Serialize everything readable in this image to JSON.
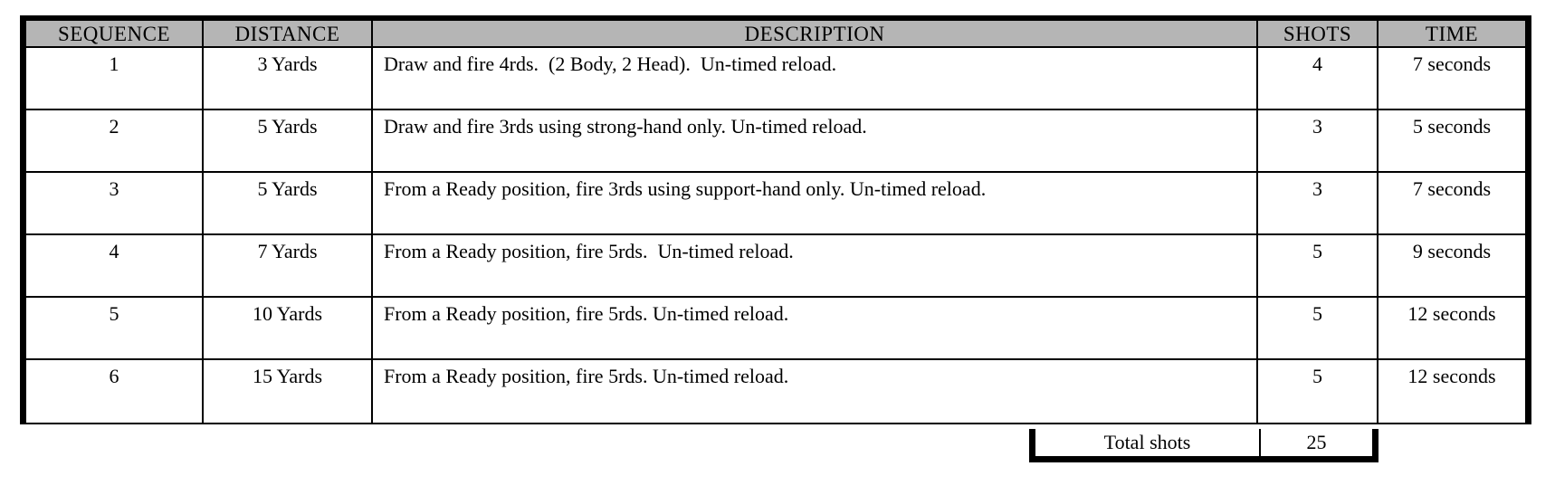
{
  "table": {
    "headers": [
      "SEQUENCE",
      "DISTANCE",
      "DESCRIPTION",
      "SHOTS",
      "TIME"
    ],
    "rows": [
      {
        "sequence": "1",
        "distance": "3 Yards",
        "description": "Draw and fire 4rds.  (2 Body, 2 Head).  Un-timed reload.",
        "shots": "4",
        "time": "7 seconds"
      },
      {
        "sequence": "2",
        "distance": "5 Yards",
        "description": "Draw and fire 3rds using strong-hand only. Un-timed reload.",
        "shots": "3",
        "time": "5 seconds"
      },
      {
        "sequence": "3",
        "distance": "5 Yards",
        "description": "From a Ready position, fire 3rds using support-hand only. Un-timed reload.",
        "shots": "3",
        "time": "7 seconds"
      },
      {
        "sequence": "4",
        "distance": "7 Yards",
        "description": "From a Ready position, fire 5rds.  Un-timed reload.",
        "shots": "5",
        "time": "9 seconds"
      },
      {
        "sequence": "5",
        "distance": "10 Yards",
        "description": "From a Ready position, fire 5rds. Un-timed reload.",
        "shots": "5",
        "time": "12 seconds"
      },
      {
        "sequence": "6",
        "distance": "15 Yards",
        "description": "From a Ready position, fire 5rds. Un-timed reload.",
        "shots": "5",
        "time": "12 seconds"
      }
    ],
    "total": {
      "label": "Total shots",
      "shots": "25"
    },
    "colors": {
      "header_bg": "#b5b5b5",
      "border": "#000000"
    }
  }
}
